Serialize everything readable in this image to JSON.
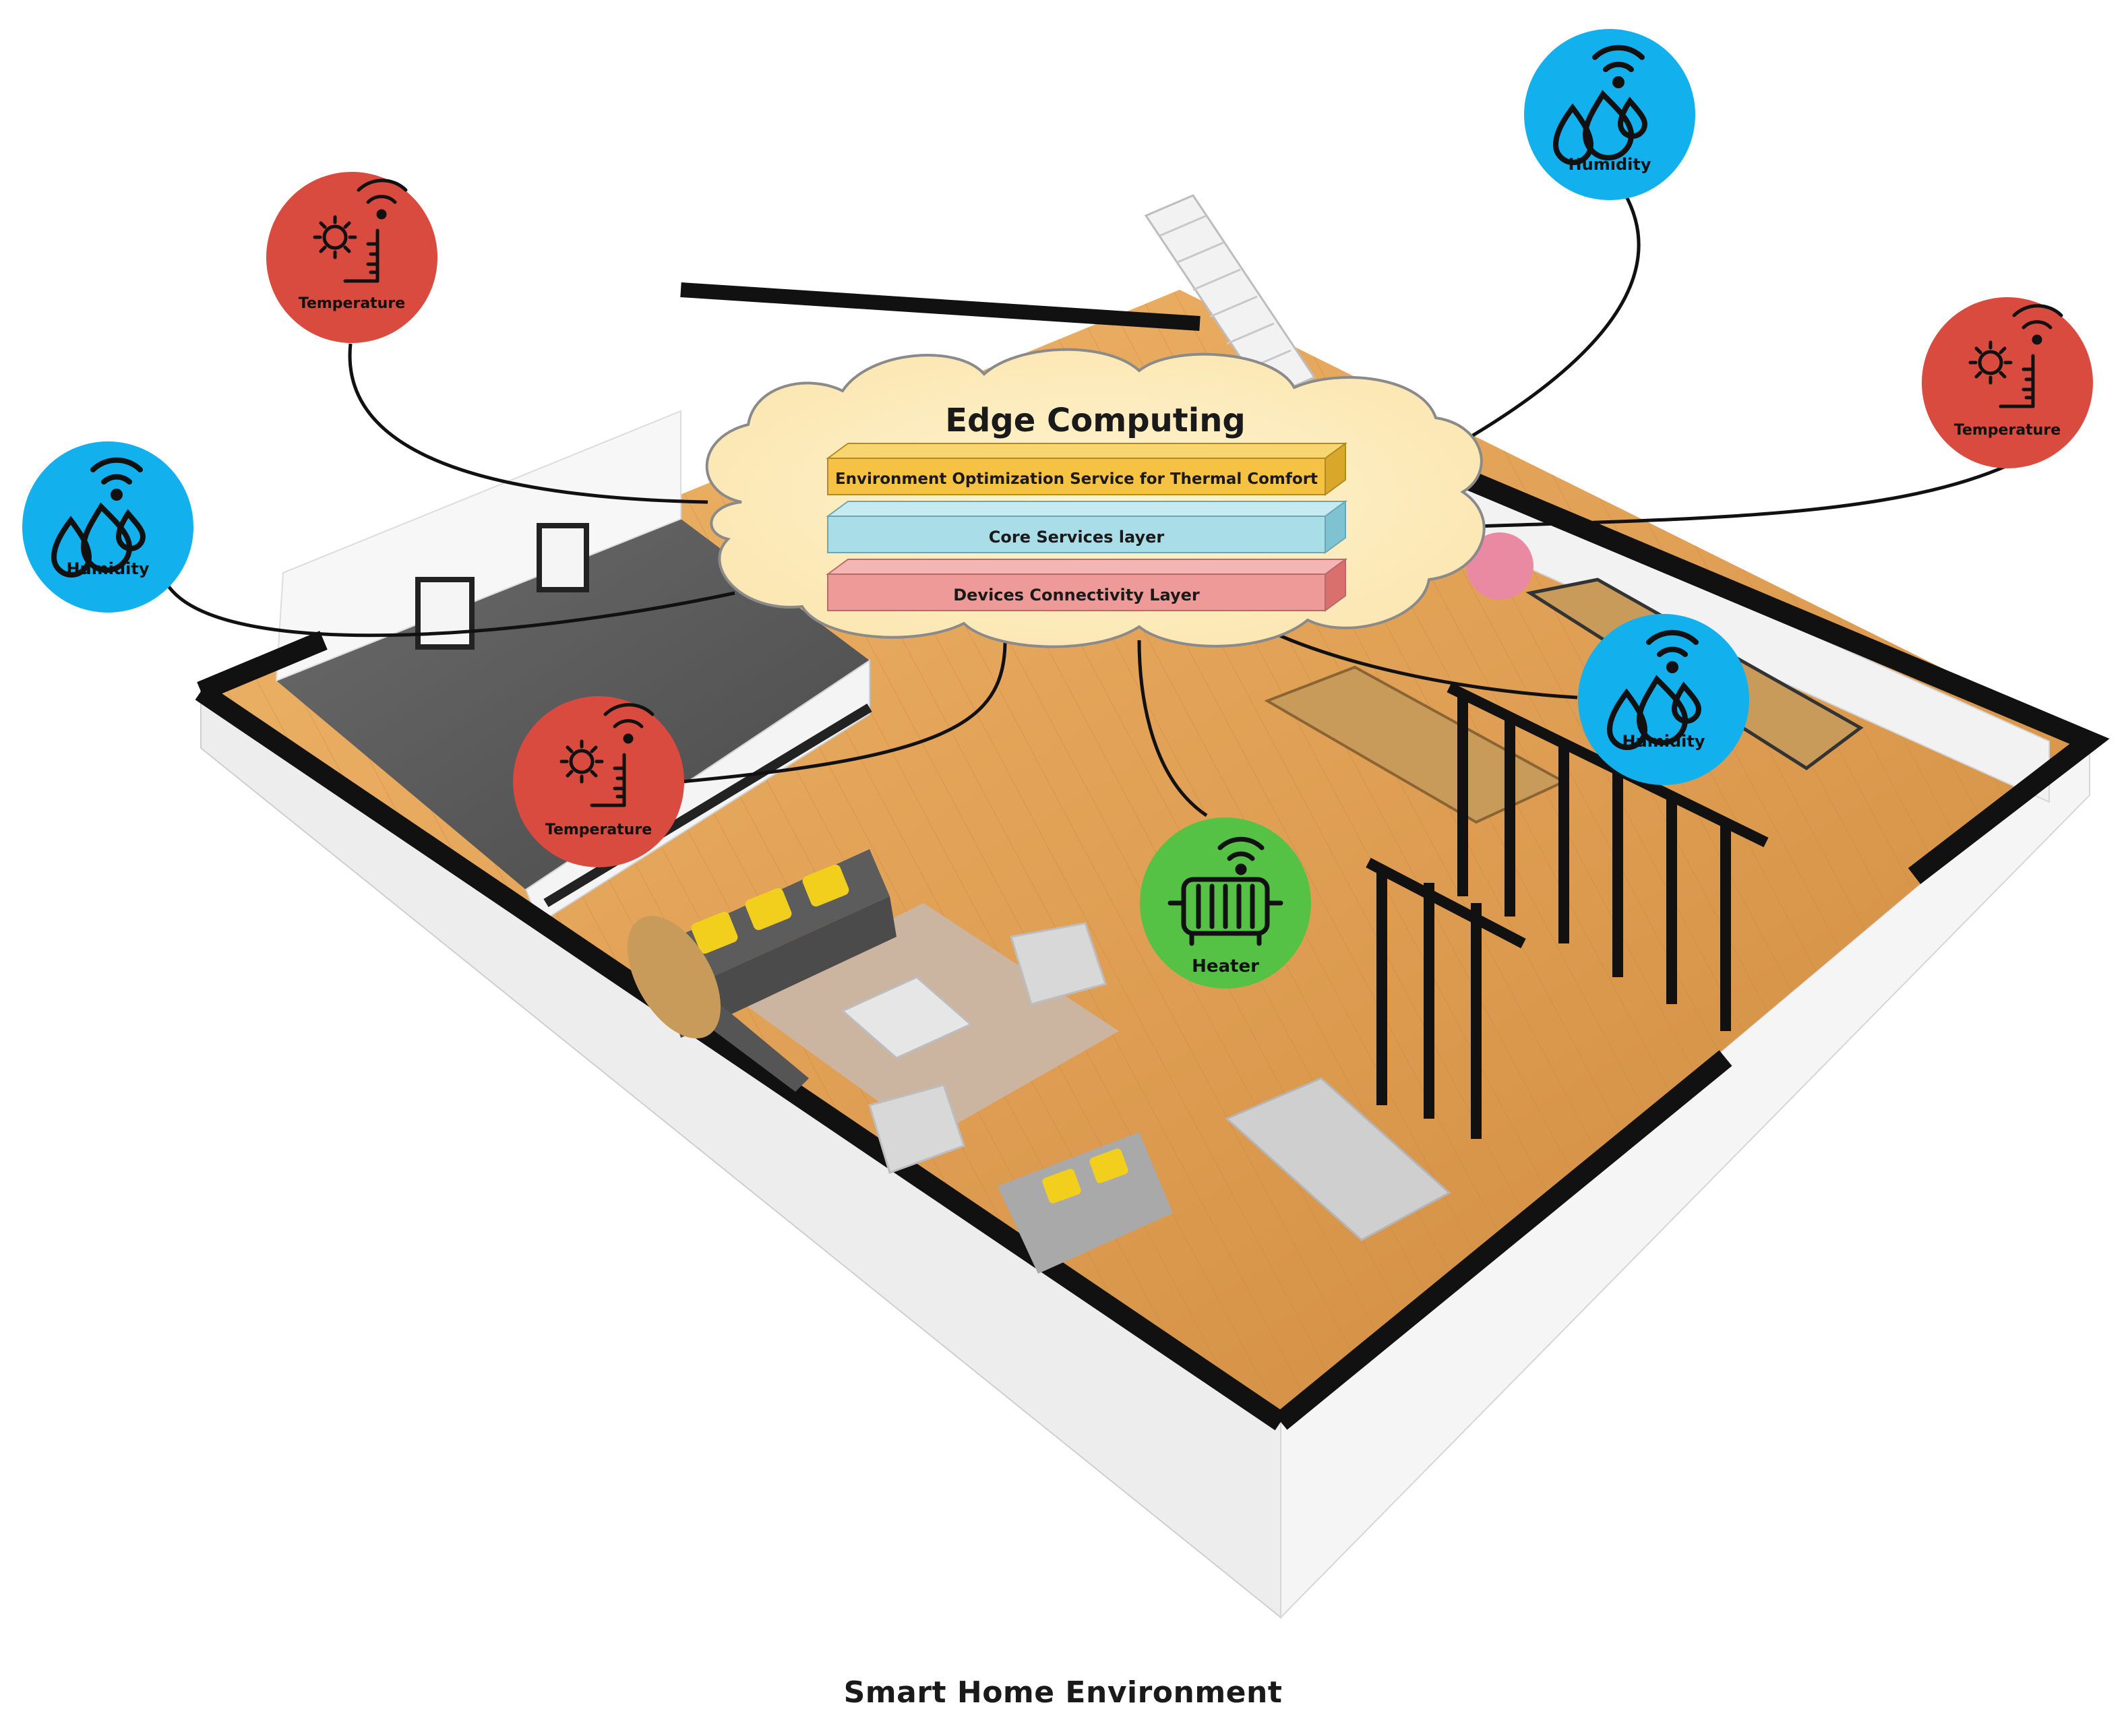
{
  "edge": {
    "title": "Edge Computing",
    "layers": [
      {
        "label": "Environment Optimization Service for Thermal Comfort",
        "color": "#f6c243"
      },
      {
        "label": "Core Services layer",
        "color": "#a9dde8"
      },
      {
        "label": "Devices Connectivity Layer",
        "color": "#ee9a98"
      }
    ]
  },
  "devices": [
    {
      "id": "humidity-top-right",
      "label": "Humidity",
      "kind": "humidity",
      "color": "#13b0ee",
      "icon": "water-drops-wifi-icon"
    },
    {
      "id": "temperature-top-left",
      "label": "Temperature",
      "kind": "temperature",
      "color": "#d94a3f",
      "icon": "sun-thermometer-wifi-icon"
    },
    {
      "id": "temperature-right",
      "label": "Temperature",
      "kind": "temperature",
      "color": "#d94a3f",
      "icon": "sun-thermometer-wifi-icon"
    },
    {
      "id": "humidity-left",
      "label": "Humidity",
      "kind": "humidity",
      "color": "#13b0ee",
      "icon": "water-drops-wifi-icon"
    },
    {
      "id": "temperature-center-left",
      "label": "Temperature",
      "kind": "temperature",
      "color": "#d94a3f",
      "icon": "sun-thermometer-wifi-icon"
    },
    {
      "id": "humidity-center-right",
      "label": "Humidity",
      "kind": "humidity",
      "color": "#13b0ee",
      "icon": "water-drops-wifi-icon"
    },
    {
      "id": "heater-center",
      "label": "Heater",
      "kind": "heater",
      "color": "#55c245",
      "icon": "radiator-wifi-icon"
    }
  ],
  "caption": "Smart Home Environment"
}
